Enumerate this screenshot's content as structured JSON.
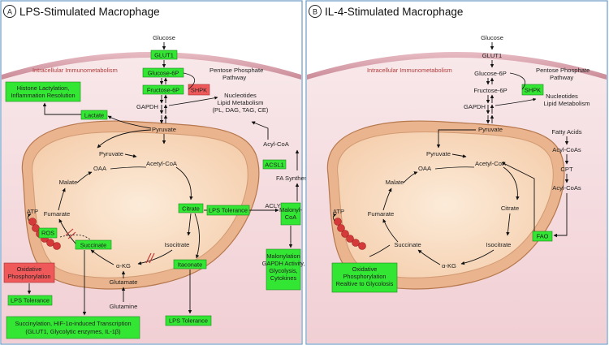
{
  "panels": {
    "a": {
      "letter": "A",
      "title": "LPS-Stimulated Macrophage",
      "glucose": "Glucose",
      "glut1": "GLUT1",
      "immunometabolism": "Intracellular Immunometabolism",
      "glucose6p": "Glucose-6P",
      "fructose6p": "Fructose-6P",
      "shpk": "SHPK",
      "ppp_line1": "Pentose Phosphate",
      "ppp_line2": "Pathway",
      "gapdh": "GAPDH",
      "nuc_line1": "Nucleotides",
      "nuc_line2": "Lipid Metabolism",
      "nuc_line3": "(PL, DAG, TAG, CE)",
      "histone_line1": "Histone Lactylation,",
      "histone_line2": "Inflammation Resolution",
      "lactate": "Lactate",
      "pyruvate_cyto": "Pyruvate",
      "acylcoa": "Acyl-CoA",
      "acsl1": "ACSL1",
      "fa_synthesis": "FA Synthesis",
      "acly": "ACLY",
      "malonyl_line1": "Malonyl-",
      "malonyl_line2": "CoA",
      "pyruvate_mito": "Pyruvate",
      "oaa": "OAA",
      "acetylcoa": "Acetyl-CoA",
      "malate": "Malate",
      "fumarate": "Fumarate",
      "citrate": "Citrate",
      "lps_tolerance_citrate": "LPS Tolerance",
      "atp": "ATP",
      "ros": "ROS",
      "succinate": "Succinate",
      "isocitrate": "Isocitrate",
      "itaconate": "Itaconate",
      "akg": "α-KG",
      "glutamate": "Glutamate",
      "glutamine": "Glutamine",
      "oxphos_line1": "Oxidative",
      "oxphos_line2": "Phosphorylation",
      "lps_tolerance_oxphos": "LPS Tolerance",
      "lps_tolerance_itaconate": "LPS Tolerance",
      "succ_line1": "Succinylation, HIF-1α-induced Transcription",
      "succ_line2": "(GLUT1, Glycolytic enzymes, IL-1β)",
      "malonylation_line1": "Malonylation",
      "malonylation_line2": "GAPDH Activity,",
      "malonylation_line3": "Glycolysis,",
      "malonylation_line4": "Cytokines"
    },
    "b": {
      "letter": "B",
      "title": "IL-4-Stimulated Macrophage",
      "glucose": "Glucose",
      "glut1": "GLUT1",
      "immunometabolism": "Intracellular Immunometabolism",
      "glucose6p": "Glucose-6P",
      "fructose6p": "Fructose-6P",
      "shpk": "SHPK",
      "ppp_line1": "Pentose Phosphate",
      "ppp_line2": "Pathway",
      "gapdh": "GAPDH",
      "nuc_line1": "Nucleotides",
      "nuc_line2": "Lipid Metabolism",
      "pyruvate_cyto": "Pyruvate",
      "fatty_acids": "Fatty Acids",
      "acylcoas_top": "Acyl-CoAs",
      "cpt": "CPT",
      "acylcoas_mito": "Acyl-CoAs",
      "fao": "FAO",
      "pyruvate_mito": "Pyruvate",
      "oaa": "OAA",
      "acetylcoa": "Acetyl-CoA",
      "malate": "Malate",
      "fumarate": "Fumarate",
      "citrate": "Citrate",
      "atp": "ATP",
      "succinate": "Succinate",
      "isocitrate": "Isocitrate",
      "akg": "α-KG",
      "oxphos_line1": "Oxidative",
      "oxphos_line2": "Phosphorylation",
      "oxphos_line3": "Realtive to Glycolosis"
    }
  },
  "colors": {
    "green_box": "#33e633",
    "red_box": "#f0595a",
    "membrane": "#d9a6b0",
    "cytoplasm": "#f6dfe2",
    "mito_outer": "#e9b28a",
    "mito_inner": "#fbe3cf",
    "oxphos_beads": "#d43a3a",
    "immuno_text": "#b23a3a"
  }
}
